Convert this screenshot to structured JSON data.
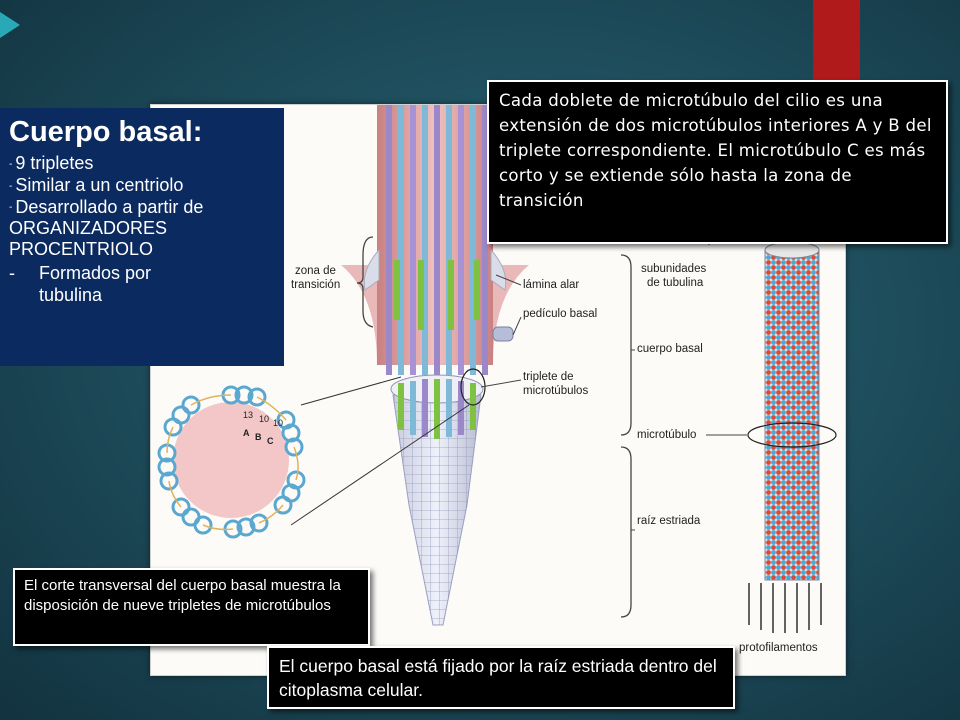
{
  "slide": {
    "box": {
      "title": "Cuerpo basal:",
      "items": [
        "9 tripletes",
        "Similar a un centriolo",
        "Desarrollado a partir de"
      ],
      "continuation": [
        "ORGANIZADORES",
        "PROCENTRIOLO"
      ],
      "bullet_marker": "-",
      "bullet_text": [
        "Formados por",
        "tubulina"
      ]
    },
    "callouts": {
      "top": "Cada doblete de microtúbulo del cilio es una extensión de dos microtúbulos interiores A y B del triplete correspondiente. El microtúbulo C es más corto y se extiende sólo hasta la zona de transición",
      "middle": "El corte transversal del cuerpo basal muestra la disposición de nueve tripletes de microtúbulos",
      "bottom": "El cuerpo basal está fijado por la raíz estriada dentro del citoplasma celular."
    },
    "figure_labels": {
      "zona_1": "zona de",
      "zona_2": "transición",
      "lamina": "lámina alar",
      "pediculo": "pedículo basal",
      "triplete_1": "triplete de",
      "triplete_2": "microtúbulos",
      "subunidades_1": "subunidades",
      "subunidades_2": "de tubulina",
      "cuerpo": "cuerpo basal",
      "microtubulo": "microtúbulo",
      "raiz": "raíz estriada",
      "protofilamentos": "protofilamentos",
      "n13": "13",
      "n10a": "10",
      "n10b": "10",
      "A": "A",
      "B": "B",
      "C": "C"
    }
  }
}
